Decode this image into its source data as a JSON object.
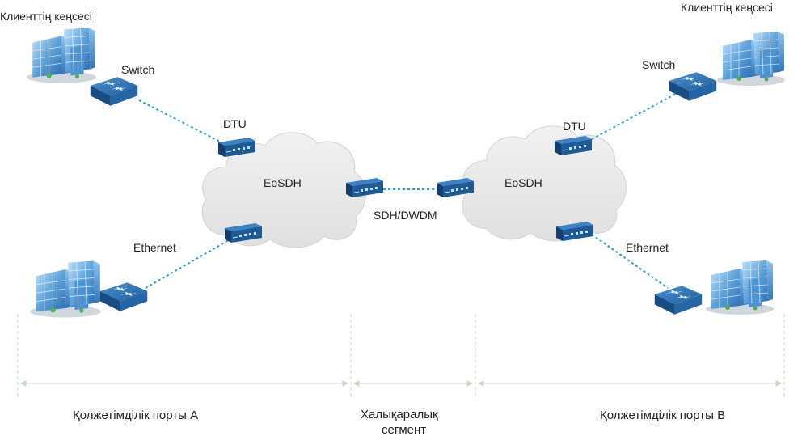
{
  "office_left_label": "Клиенттің кеңсесі",
  "office_right_label": "Клиенттің кеңсесі",
  "switch_left_label": "Switch",
  "switch_right_label": "Switch",
  "dtu_left_label": "DTU",
  "dtu_right_label": "DTU",
  "ethernet_left_label": "Ethernet",
  "ethernet_right_label": "Ethernet",
  "cloud_left_label": "EoSDH",
  "cloud_right_label": "EoSDH",
  "link_label": "SDH/DWDM",
  "segments": {
    "left": "Қолжетімділік порты A",
    "middle_line1": "Халықаралық",
    "middle_line2": "сегмент",
    "right": "Қолжетімділік порты B"
  },
  "colors": {
    "link": "#2a9fc7",
    "cloud": "#e9e9e9",
    "device": "#1f5f9e",
    "building": "#5ea3db"
  }
}
